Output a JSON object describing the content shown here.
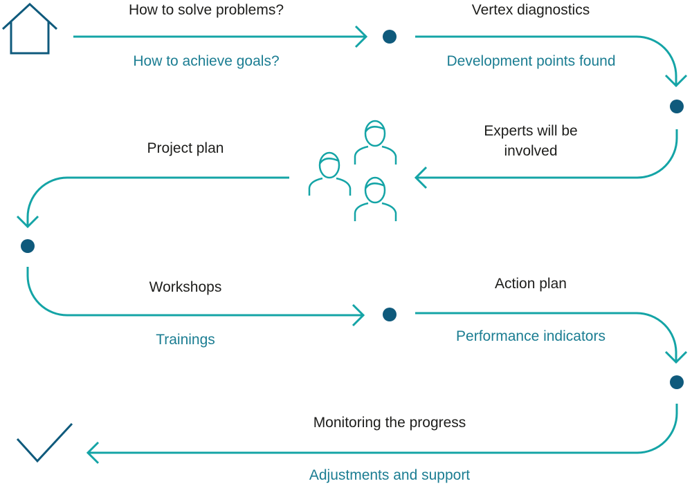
{
  "colors": {
    "line": "#14a4a6",
    "node": "#0f5a7c",
    "text_dark": "#1d1d1b",
    "text_teal": "#1b7d92"
  },
  "icons": {
    "start": "house-icon",
    "team": "people-icon",
    "end": "checkmark-icon"
  },
  "steps": [
    {
      "top": "How to solve problems?",
      "bottom": "How to achieve goals?"
    },
    {
      "top": "Vertex diagnostics",
      "bottom": "Development points found"
    },
    {
      "top": "Experts will be",
      "top2": "involved"
    },
    {
      "top": "Project plan"
    },
    {
      "top": "Workshops",
      "bottom": "Trainings"
    },
    {
      "top": "Action plan",
      "bottom": "Performance indicators"
    },
    {
      "top": "Monitoring the progress",
      "bottom": "Adjustments and support"
    }
  ]
}
